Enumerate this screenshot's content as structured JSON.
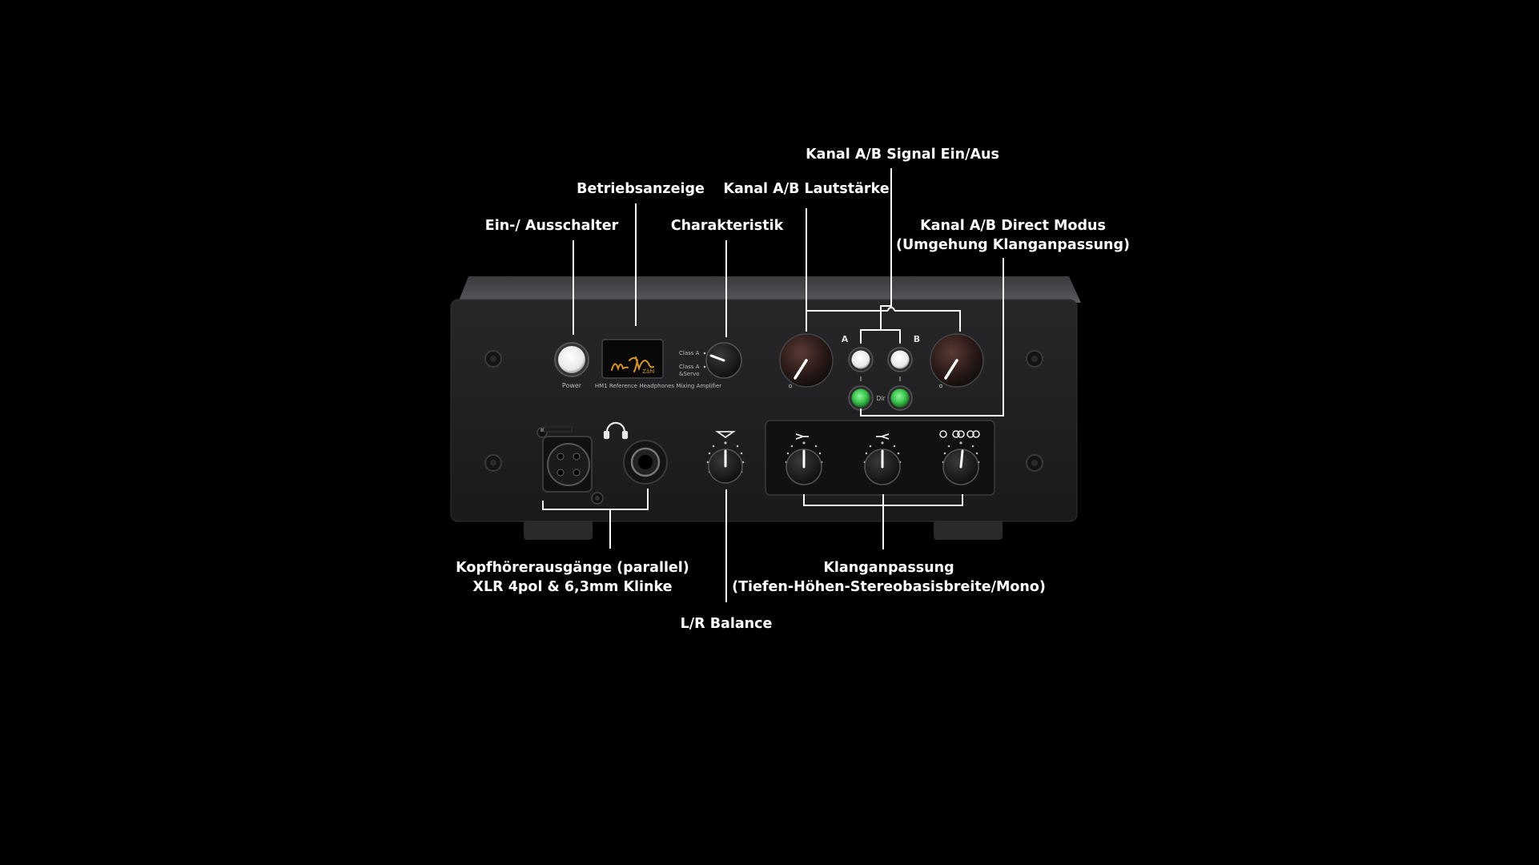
{
  "labels": {
    "power_switch": "Ein-/ Ausschalter",
    "power_indicator": "Betriebsanzeige",
    "characteristic": "Charakteristik",
    "volume": "Kanal A/B Lautstärke",
    "signal": "Kanal A/B Signal Ein/Aus",
    "direct_mode_line1": "Kanal A/B Direct Modus",
    "direct_mode_line2": "(Umgehung Klanganpassung)",
    "headphone_outputs_line1": "Kopfhörerausgänge (parallel)",
    "headphone_outputs_line2": "XLR 4pol & 6,3mm Klinke",
    "balance": "L/R Balance",
    "tone_line1": "Klanganpassung",
    "tone_line2": "(Tiefen-Höhen-Stereobasisbreite/Mono)"
  },
  "panel": {
    "power": "Power",
    "class_a": "Class A",
    "class_a_servo_1": "Class A",
    "class_a_servo_2": "&Servo",
    "model": "HM1 Reference Headphones Mixing Amplifier",
    "brand": "Zähl",
    "channel_a": "A",
    "channel_b": "B",
    "dir": "Dir"
  },
  "colors": {
    "background": "#000000",
    "label_text": "#ffffff",
    "chassis": "#1c1c1e",
    "led_green": "#38c24a",
    "logo_orange": "#d9952b"
  }
}
